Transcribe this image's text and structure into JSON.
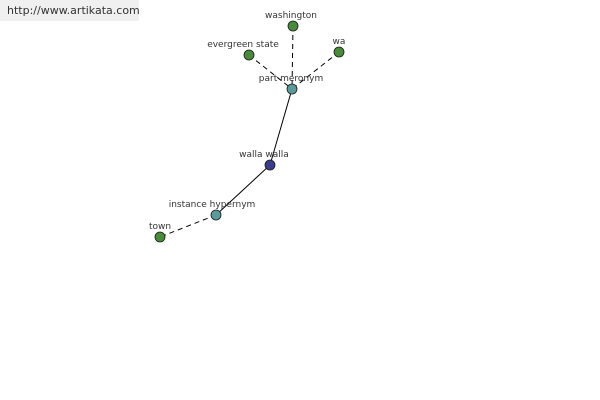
{
  "banner": {
    "url": "http://www.artikata.com"
  },
  "colors": {
    "leaf": "#4a8a3c",
    "relation": "#5a9a9a",
    "center": "#3a3d8a",
    "edge": "#000000",
    "banner_bg": "#f0f0f0"
  },
  "nodes": [
    {
      "id": "washington",
      "label": "washington",
      "kind": "leaf"
    },
    {
      "id": "evergreen",
      "label": "evergreen state",
      "kind": "leaf"
    },
    {
      "id": "wa",
      "label": "wa",
      "kind": "leaf"
    },
    {
      "id": "part",
      "label": "part meronym",
      "kind": "relation"
    },
    {
      "id": "center",
      "label": "walla walla",
      "kind": "center"
    },
    {
      "id": "instance",
      "label": "instance hypernym",
      "kind": "relation"
    },
    {
      "id": "town",
      "label": "town",
      "kind": "leaf"
    }
  ],
  "edges": [
    {
      "from": "washington",
      "to": "part",
      "style": "dashed"
    },
    {
      "from": "evergreen",
      "to": "part",
      "style": "dashed"
    },
    {
      "from": "wa",
      "to": "part",
      "style": "dashed"
    },
    {
      "from": "part",
      "to": "center",
      "style": "solid"
    },
    {
      "from": "center",
      "to": "instance",
      "style": "solid"
    },
    {
      "from": "instance",
      "to": "town",
      "style": "dashed"
    }
  ]
}
